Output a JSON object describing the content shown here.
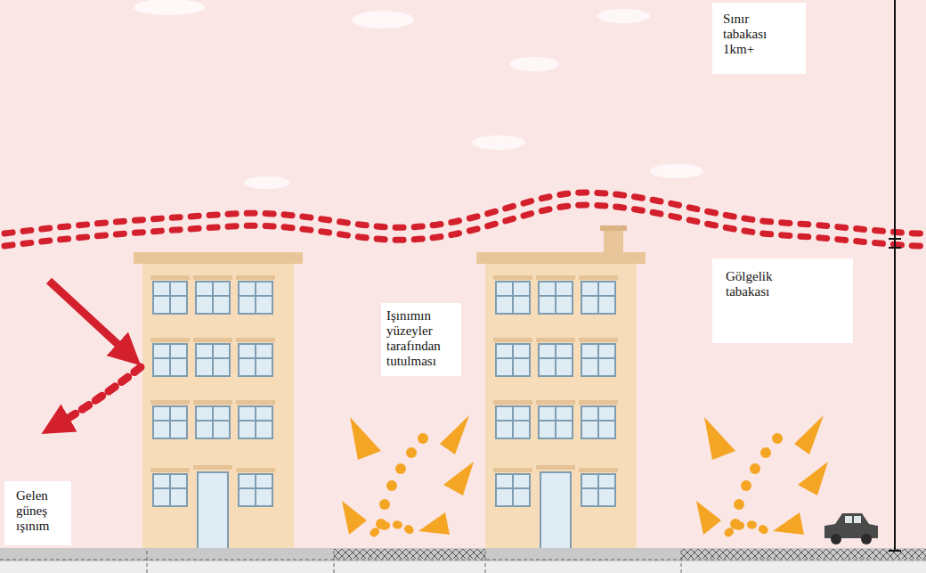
{
  "diagram": {
    "nodes": [
      {
        "text": [
          "Sınır tabakası 1km+"
        ]
      },
      {
        "text": [
          "Gölgelik tabakası"
        ]
      },
      {
        "text": [
          "Işınımın yüzeyler tarafından tutulması"
        ]
      },
      {
        "text": [
          "Gelen güneş ışınım"
        ]
      }
    ]
  }
}
